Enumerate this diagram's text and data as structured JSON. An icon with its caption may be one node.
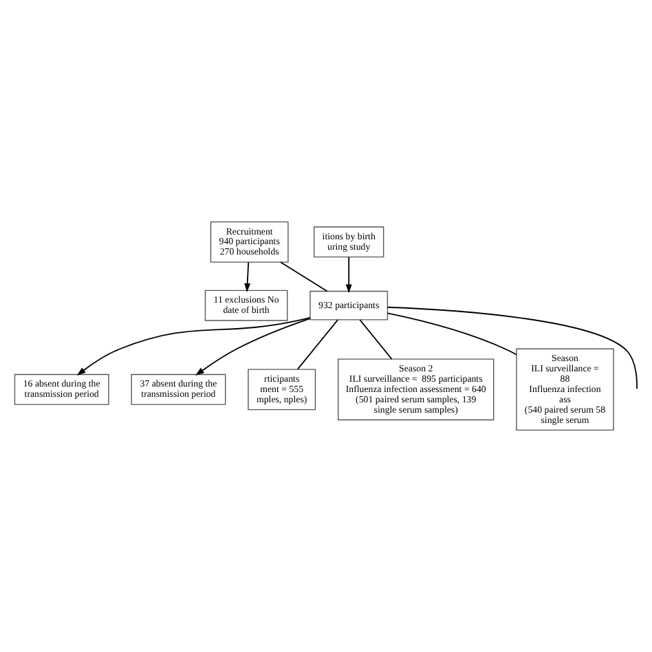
{
  "diagram": {
    "nodes": [
      {
        "text": [
          "Recruitment",
          "940 participants",
          "270 households"
        ]
      },
      {
        "text": [
          "itions by birth uring study"
        ]
      },
      {
        "text": [
          "11 exclusions No date of birth"
        ]
      },
      {
        "text": [
          "932 participants"
        ]
      },
      {
        "text": [
          "16 absent during the transmission period"
        ]
      },
      {
        "text": [
          "37 absent during the transmission period"
        ]
      },
      {
        "text": [
          "rticipants ment = 555 mples, nples)"
        ]
      },
      {
        "text": [
          "Season 2",
          "ILI surveillance =  895 participants",
          "Influenza infection assessment = 640",
          "(501 paired serum samples, 139 single serum samples)"
        ]
      },
      {
        "text": [
          "Season",
          "ILI surveillance = 88",
          "Influenza infection ass",
          "(540 paired serum 58 single serum"
        ]
      }
    ],
    "edges": [
      {
        "from": 0,
        "to": 3,
        "arrow": "none"
      },
      {
        "from": 1,
        "to": 3,
        "arrow": "to"
      },
      {
        "from": 0,
        "to": 2,
        "arrow": "to"
      },
      {
        "from": 3,
        "to": 6,
        "arrow": "none"
      },
      {
        "from": 3,
        "to": 7,
        "arrow": "none"
      },
      {
        "from": 3,
        "to": 8,
        "arrow": "none"
      },
      {
        "from": 3,
        "to": 4,
        "arrow": "to"
      },
      {
        "from": 3,
        "to": 5,
        "arrow": "to"
      },
      {
        "from": 3,
        "to": null,
        "arrow": "none"
      }
    ]
  }
}
